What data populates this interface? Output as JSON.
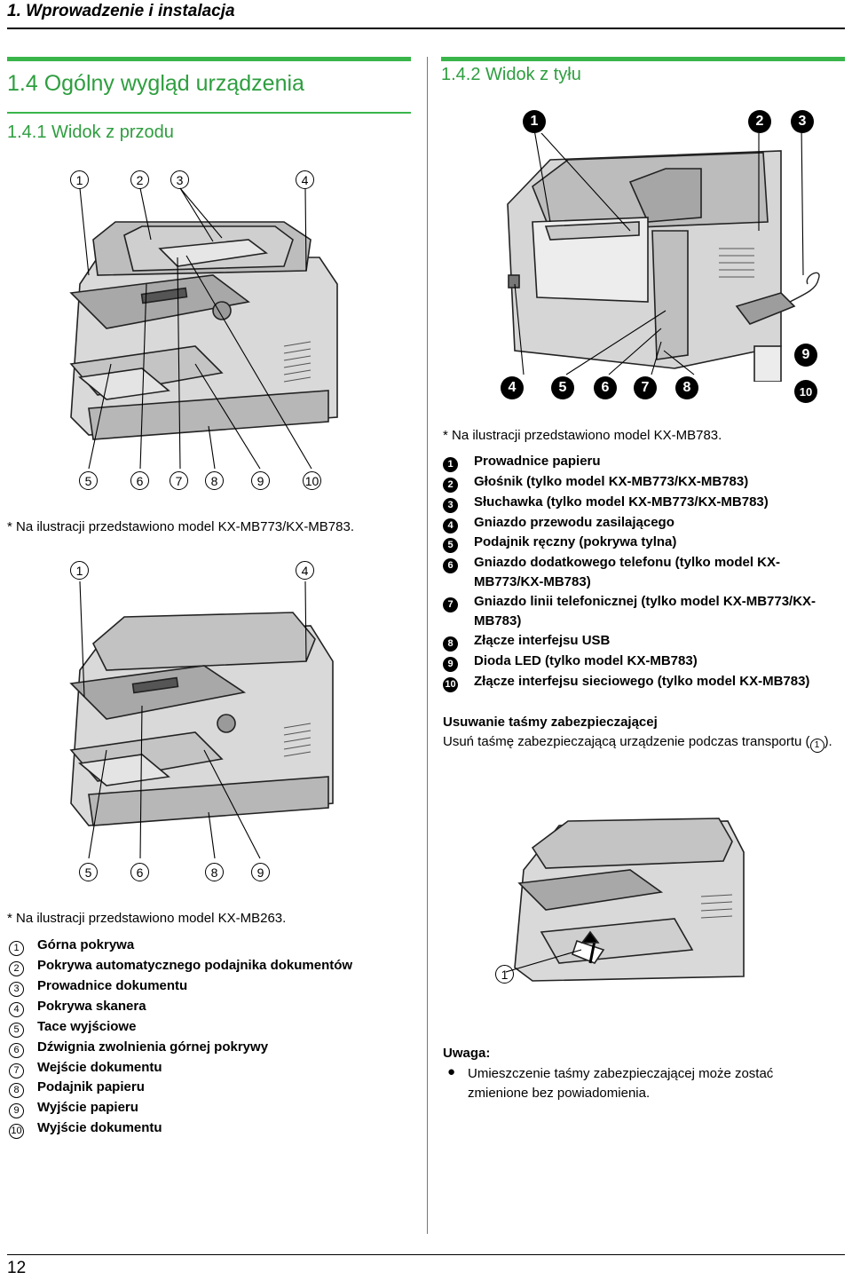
{
  "header": {
    "chapter_title": "1. Wprowadzenie i instalacja"
  },
  "left": {
    "section_title": "1.4 Ogólny wygląd urządzenia",
    "subsection_title": "1.4.1 Widok z przodu",
    "fig1_top_callouts": [
      "1",
      "2",
      "3",
      "4"
    ],
    "fig1_bottom_callouts": [
      "5",
      "6",
      "7",
      "8",
      "9",
      "10"
    ],
    "fig1_note": "* Na ilustracji przedstawiono model KX-MB773/KX-MB783.",
    "fig2_top_callouts": [
      "1",
      "4"
    ],
    "fig2_bottom_callouts": [
      "5",
      "6",
      "8",
      "9"
    ],
    "fig2_note": "* Na ilustracji przedstawiono model KX-MB263.",
    "legend": [
      {
        "num": "1",
        "text": "Górna pokrywa"
      },
      {
        "num": "2",
        "text": "Pokrywa automatycznego podajnika dokumentów"
      },
      {
        "num": "3",
        "text": "Prowadnice dokumentu"
      },
      {
        "num": "4",
        "text": "Pokrywa skanera"
      },
      {
        "num": "5",
        "text": "Tace wyjściowe"
      },
      {
        "num": "6",
        "text": "Dźwignia zwolnienia górnej pokrywy"
      },
      {
        "num": "7",
        "text": "Wejście dokumentu"
      },
      {
        "num": "8",
        "text": "Podajnik papieru"
      },
      {
        "num": "9",
        "text": "Wyjście papieru"
      },
      {
        "num": "10",
        "text": "Wyjście dokumentu"
      }
    ]
  },
  "right": {
    "subsection_title": "1.4.2 Widok z tyłu",
    "fig_top_callouts": [
      "1",
      "2",
      "3"
    ],
    "fig_right_callout": "9",
    "fig_bottom_callouts": [
      "4",
      "5",
      "6",
      "7",
      "8",
      "10"
    ],
    "fig_note": "* Na ilustracji przedstawiono model KX-MB783.",
    "legend": [
      {
        "num": "1",
        "lines": [
          "Prowadnice papieru"
        ]
      },
      {
        "num": "2",
        "lines": [
          "Głośnik (tylko model KX-MB773/KX-MB783)"
        ]
      },
      {
        "num": "3",
        "lines": [
          "Słuchawka (tylko model KX-MB773/KX-MB783)"
        ]
      },
      {
        "num": "4",
        "lines": [
          "Gniazdo przewodu zasilającego"
        ]
      },
      {
        "num": "5",
        "lines": [
          "Podajnik ręczny (pokrywa tylna)"
        ]
      },
      {
        "num": "6",
        "lines": [
          "Gniazdo dodatkowego telefonu (tylko model KX-",
          "MB773/KX-MB783)"
        ]
      },
      {
        "num": "7",
        "lines": [
          "Gniazdo linii telefonicznej (tylko model KX-MB773/KX-",
          "MB783)"
        ]
      },
      {
        "num": "8",
        "lines": [
          "Złącze interfejsu USB"
        ]
      },
      {
        "num": "9",
        "lines": [
          "Dioda LED (tylko model KX-MB783)"
        ]
      },
      {
        "num": "10",
        "lines": [
          "Złącze interfejsu sieciowego (tylko model KX-MB783)"
        ]
      }
    ],
    "tape_heading": "Usuwanie taśmy zabezpieczającej",
    "tape_text_before": "Usuń taśmę zabezpieczającą urządzenie podczas transportu (",
    "tape_callout": "1",
    "tape_text_after": ").",
    "tape_fig_callout": "1",
    "note_heading": "Uwaga:",
    "note_bullet": "Umieszczenie taśmy zabezpieczającej może zostać zmienione bez powiadomienia.",
    "note_bullet_line1": "Umieszczenie taśmy zabezpieczającej może zostać",
    "note_bullet_line2": "zmienione bez powiadomienia."
  },
  "footer": {
    "page_number": "12"
  }
}
